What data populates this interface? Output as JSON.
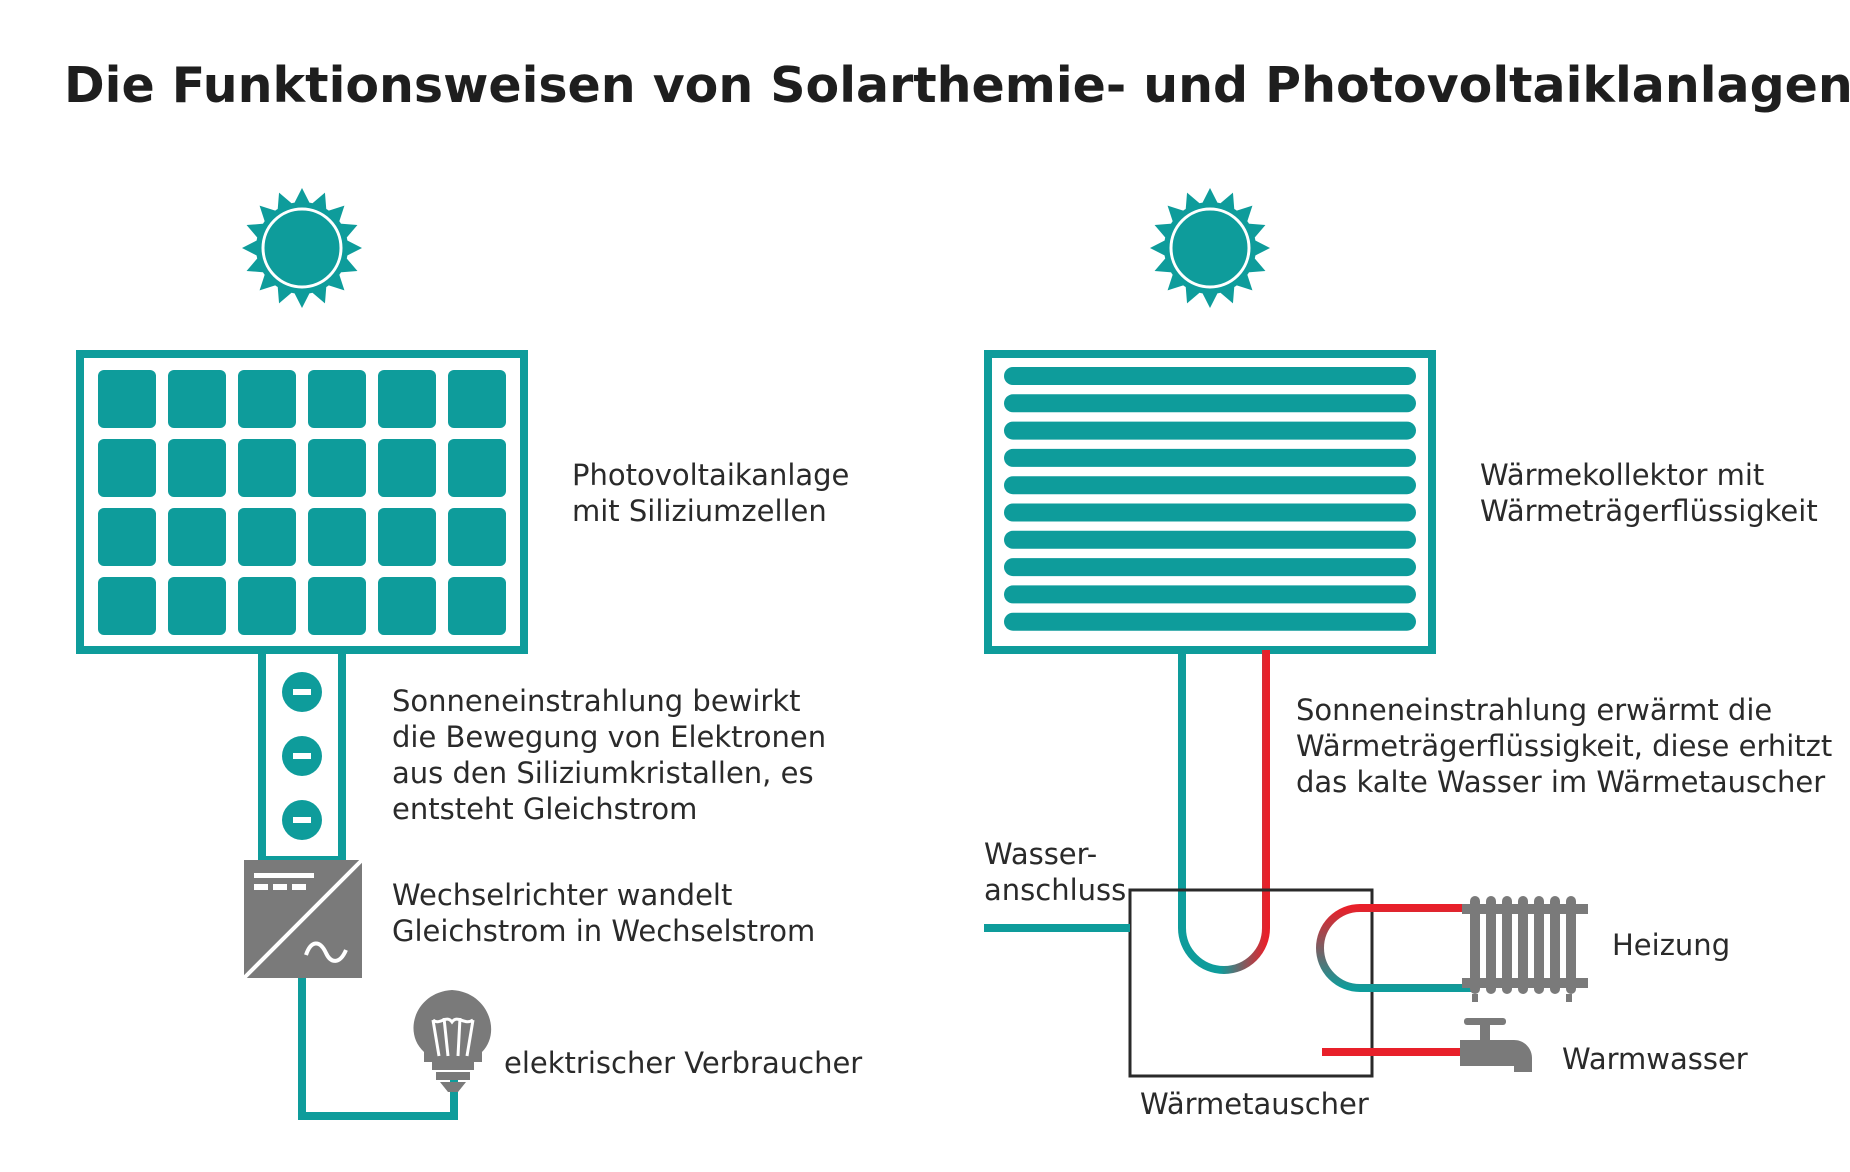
{
  "title": "Die Funktionsweisen von Solarthemie- und Photovoltaiklanlagen",
  "colors": {
    "teal": "#0e9c9b",
    "red": "#e8202a",
    "gray": "#7a7a7a",
    "dark": "#2a2a2a"
  },
  "icons": [
    "sun-icon",
    "solar-panel-icon",
    "electron-icon",
    "inverter-icon",
    "light-bulb-icon",
    "heat-collector-icon",
    "heat-exchanger-icon",
    "radiator-icon",
    "water-tap-icon"
  ],
  "pv": {
    "panel_label": [
      "Photovoltaikanlage",
      "mit Siliziumzellen"
    ],
    "electron_label": [
      "Sonneneinstrahlung bewirkt",
      "die Bewegung von Elektronen",
      "aus den Siliziumkristallen, es",
      "entsteht Gleichstrom"
    ],
    "inverter_label": [
      "Wechselrichter wandelt",
      "Gleichstrom in Wechselstrom"
    ],
    "consumer_label": "elektrischer Verbraucher"
  },
  "thermal": {
    "collector_label": [
      "Wärmekollektor mit",
      "Wärmeträgerflüssigkeit"
    ],
    "process_label": [
      "Sonneneinstrahlung erwärmt die",
      "Wärmeträgerflüssigkeit, diese erhitzt",
      "das kalte Wasser im Wärmetauscher"
    ],
    "water_connection_label": [
      "Wasser-",
      "anschluss"
    ],
    "exchanger_label": "Wärmetauscher",
    "heating_label": "Heizung",
    "hot_water_label": "Warmwasser"
  }
}
